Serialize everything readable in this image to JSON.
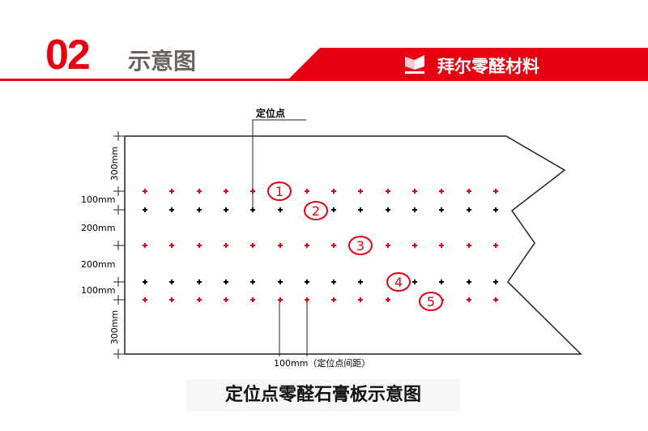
{
  "header": {
    "number": "02",
    "title": "示意图",
    "brand": "拜尔零醛材料"
  },
  "diagram": {
    "locator_label": "定位点",
    "vertical_dims": [
      "300mm",
      "100mm",
      "200mm",
      "200mm",
      "100mm",
      "300mm"
    ],
    "bottom_label": "100mm（定位点间距）",
    "markers": [
      "1",
      "2",
      "3",
      "4",
      "5"
    ],
    "colors": {
      "red": "#e60012",
      "black": "#000000"
    }
  },
  "caption": "定位点零醛石膏板示意图"
}
